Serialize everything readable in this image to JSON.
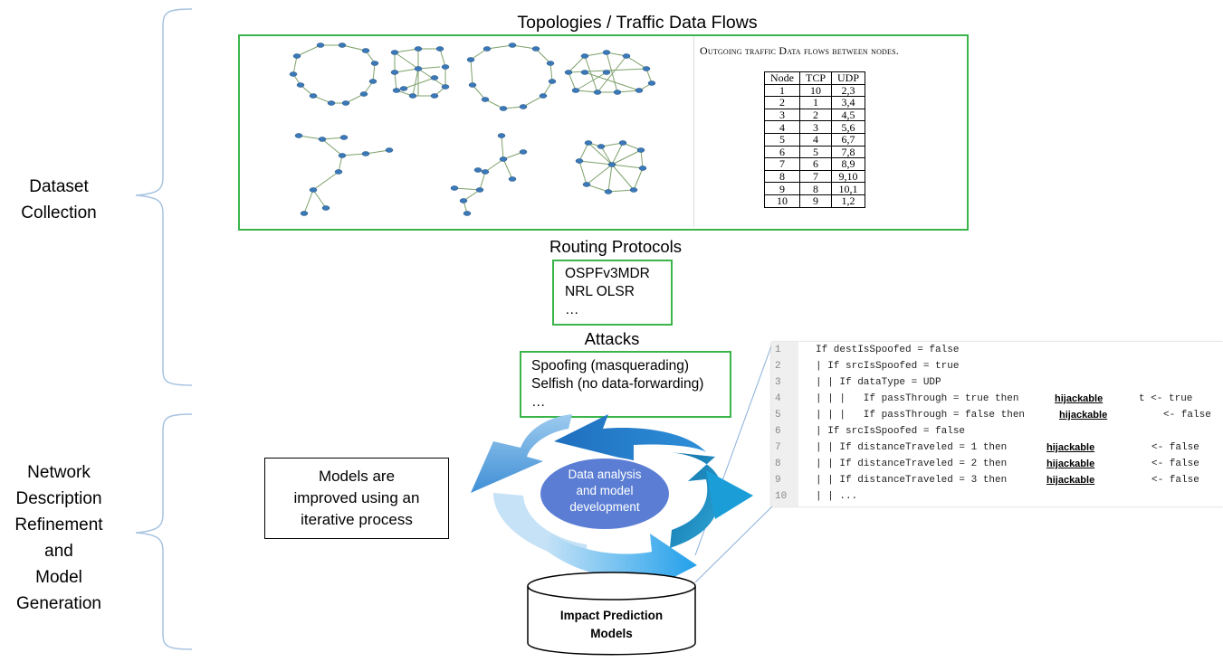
{
  "sections": {
    "dataset": [
      "Dataset",
      "Collection"
    ],
    "network": [
      "Network",
      "Description",
      "Refinement",
      "and",
      "Model",
      "Generation"
    ]
  },
  "topologies_title": "Topologies / Traffic Data Flows",
  "flows": {
    "caption": "Outgoing traffic Data flows between nodes.",
    "headers": [
      "Node",
      "TCP",
      "UDP"
    ],
    "rows": [
      [
        "1",
        "10",
        "2,3"
      ],
      [
        "2",
        "1",
        "3,4"
      ],
      [
        "3",
        "2",
        "4,5"
      ],
      [
        "4",
        "3",
        "5,6"
      ],
      [
        "5",
        "4",
        "6,7"
      ],
      [
        "6",
        "5",
        "7,8"
      ],
      [
        "7",
        "6",
        "8,9"
      ],
      [
        "8",
        "7",
        "9,10"
      ],
      [
        "9",
        "8",
        "10,1"
      ],
      [
        "10",
        "9",
        "1,2"
      ]
    ]
  },
  "routing": {
    "title": "Routing Protocols",
    "items": [
      "OSPFv3MDR",
      "NRL OLSR",
      "…"
    ]
  },
  "attacks": {
    "title": "Attacks",
    "items": [
      "Spoofing  (masquerading)",
      "Selfish (no data-forwarding)",
      "…"
    ]
  },
  "cycle": {
    "center": [
      "Data analysis",
      "and model",
      "development"
    ],
    "note": [
      "Models are",
      "improved using an",
      "iterative process"
    ]
  },
  "database": [
    "Impact Prediction",
    "Models"
  ],
  "code": [
    {
      "n": "1",
      "text": "If destIsSpoofed = false",
      "kw": "",
      "rv": ""
    },
    {
      "n": "2",
      "text": "| If srcIsSpoofed = true",
      "kw": "",
      "rv": ""
    },
    {
      "n": "3",
      "text": "| | If dataType = UDP",
      "kw": "",
      "rv": ""
    },
    {
      "n": "4",
      "text": "| | |   If passThrough = true then",
      "kw": "hijackable",
      "rv": "t <- true"
    },
    {
      "n": "5",
      "text": "| | |   If passThrough = false then",
      "kw": "hijackable",
      "rv": "<- false"
    },
    {
      "n": "6",
      "text": "| If srcIsSpoofed = false",
      "kw": "",
      "rv": ""
    },
    {
      "n": "7",
      "text": "| | If distanceTraveled = 1 then",
      "kw": "hijackable",
      "rv": "<- false"
    },
    {
      "n": "8",
      "text": "| | If distanceTraveled = 2 then",
      "kw": "hijackable",
      "rv": "<- false"
    },
    {
      "n": "9",
      "text": "| | If distanceTraveled = 3 then",
      "kw": "hijackable",
      "rv": "<- false"
    },
    {
      "n": "10",
      "text": "| | ...",
      "kw": "",
      "rv": ""
    }
  ]
}
